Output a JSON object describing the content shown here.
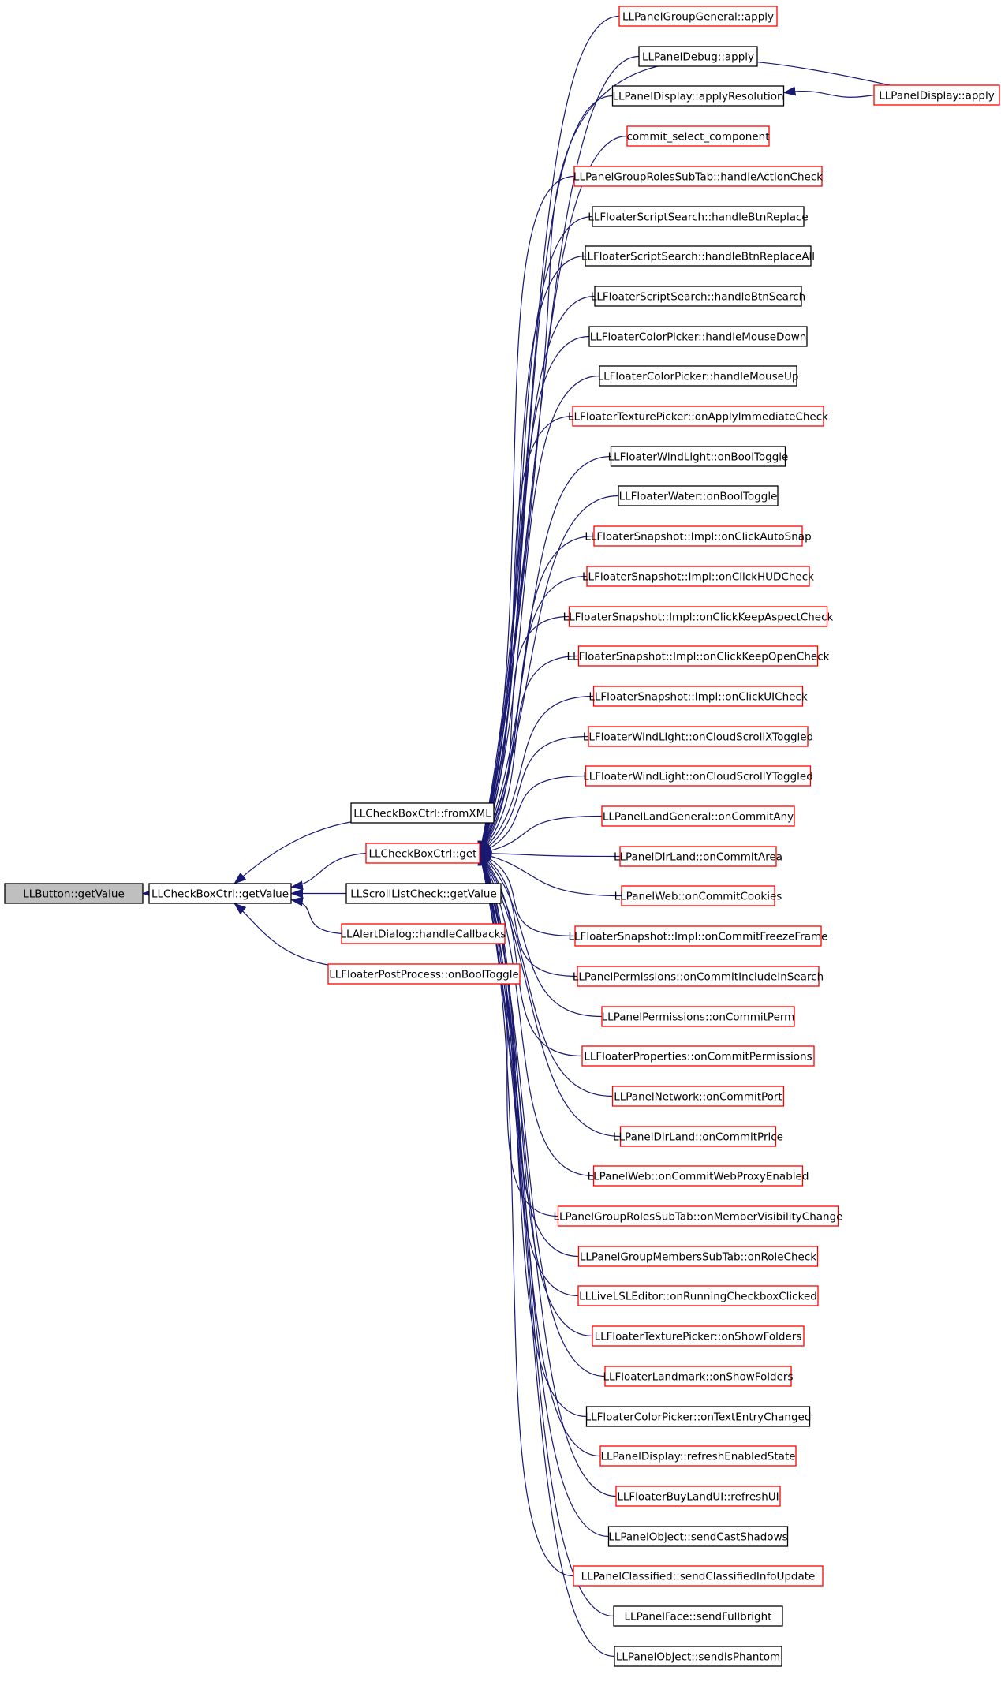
{
  "colors": {
    "edge": "#191970",
    "node_black": "#000000",
    "node_red": "#ff0000",
    "root_fill": "#bfbfbf"
  },
  "nodes": {
    "root": {
      "label": "LLButton::getValue",
      "style": "root"
    },
    "cb_getvalue": {
      "label": "LLCheckBoxCtrl::getValue",
      "style": "black"
    },
    "fromxml": {
      "label": "LLCheckBoxCtrl::fromXML",
      "style": "black"
    },
    "cb_get": {
      "label": "LLCheckBoxCtrl::get",
      "style": "red"
    },
    "scroll_getvalue": {
      "label": "LLScrollListCheck::getValue",
      "style": "black"
    },
    "alert_handle": {
      "label": "LLAlertDialog::handleCallbacks",
      "style": "red"
    },
    "postprocess": {
      "label": "LLFloaterPostProcess::onBoolToggle",
      "style": "red"
    },
    "display_apply": {
      "label": "LLPanelDisplay::apply",
      "style": "red"
    },
    "callers": [
      {
        "label": "LLPanelGroupGeneral::apply",
        "style": "red"
      },
      {
        "label": "LLPanelDebug::apply",
        "style": "black"
      },
      {
        "label": "LLPanelDisplay::applyResolution",
        "style": "black"
      },
      {
        "label": "commit_select_component",
        "style": "red"
      },
      {
        "label": "LLPanelGroupRolesSubTab::handleActionCheck",
        "style": "red"
      },
      {
        "label": "LLFloaterScriptSearch::handleBtnReplace",
        "style": "black"
      },
      {
        "label": "LLFloaterScriptSearch::handleBtnReplaceAll",
        "style": "black"
      },
      {
        "label": "LLFloaterScriptSearch::handleBtnSearch",
        "style": "black"
      },
      {
        "label": "LLFloaterColorPicker::handleMouseDown",
        "style": "black"
      },
      {
        "label": "LLFloaterColorPicker::handleMouseUp",
        "style": "black"
      },
      {
        "label": "LLFloaterTexturePicker::onApplyImmediateCheck",
        "style": "red"
      },
      {
        "label": "LLFloaterWindLight::onBoolToggle",
        "style": "black"
      },
      {
        "label": "LLFloaterWater::onBoolToggle",
        "style": "black"
      },
      {
        "label": "LLFloaterSnapshot::Impl::onClickAutoSnap",
        "style": "red"
      },
      {
        "label": "LLFloaterSnapshot::Impl::onClickHUDCheck",
        "style": "red"
      },
      {
        "label": "LLFloaterSnapshot::Impl::onClickKeepAspectCheck",
        "style": "red"
      },
      {
        "label": "LLFloaterSnapshot::Impl::onClickKeepOpenCheck",
        "style": "red"
      },
      {
        "label": "LLFloaterSnapshot::Impl::onClickUICheck",
        "style": "red"
      },
      {
        "label": "LLFloaterWindLight::onCloudScrollXToggled",
        "style": "red"
      },
      {
        "label": "LLFloaterWindLight::onCloudScrollYToggled",
        "style": "red"
      },
      {
        "label": "LLPanelLandGeneral::onCommitAny",
        "style": "red"
      },
      {
        "label": "LLPanelDirLand::onCommitArea",
        "style": "red"
      },
      {
        "label": "LLPanelWeb::onCommitCookies",
        "style": "red"
      },
      {
        "label": "LLFloaterSnapshot::Impl::onCommitFreezeFrame",
        "style": "red"
      },
      {
        "label": "LLPanelPermissions::onCommitIncludeInSearch",
        "style": "red"
      },
      {
        "label": "LLPanelPermissions::onCommitPerm",
        "style": "red"
      },
      {
        "label": "LLFloaterProperties::onCommitPermissions",
        "style": "red"
      },
      {
        "label": "LLPanelNetwork::onCommitPort",
        "style": "red"
      },
      {
        "label": "LLPanelDirLand::onCommitPrice",
        "style": "red"
      },
      {
        "label": "LLPanelWeb::onCommitWebProxyEnabled",
        "style": "red"
      },
      {
        "label": "LLPanelGroupRolesSubTab::onMemberVisibilityChange",
        "style": "red"
      },
      {
        "label": "LLPanelGroupMembersSubTab::onRoleCheck",
        "style": "red"
      },
      {
        "label": "LLLiveLSLEditor::onRunningCheckboxClicked",
        "style": "red"
      },
      {
        "label": "LLFloaterTexturePicker::onShowFolders",
        "style": "red"
      },
      {
        "label": "LLFloaterLandmark::onShowFolders",
        "style": "red"
      },
      {
        "label": "LLFloaterColorPicker::onTextEntryChanged",
        "style": "black"
      },
      {
        "label": "LLPanelDisplay::refreshEnabledState",
        "style": "red"
      },
      {
        "label": "LLFloaterBuyLandUI::refreshUI",
        "style": "red"
      },
      {
        "label": "LLPanelObject::sendCastShadows",
        "style": "black"
      },
      {
        "label": "LLPanelClassified::sendClassifiedInfoUpdate",
        "style": "red"
      },
      {
        "label": "LLPanelFace::sendFullbright",
        "style": "black"
      },
      {
        "label": "LLPanelObject::sendIsPhantom",
        "style": "black"
      }
    ]
  }
}
